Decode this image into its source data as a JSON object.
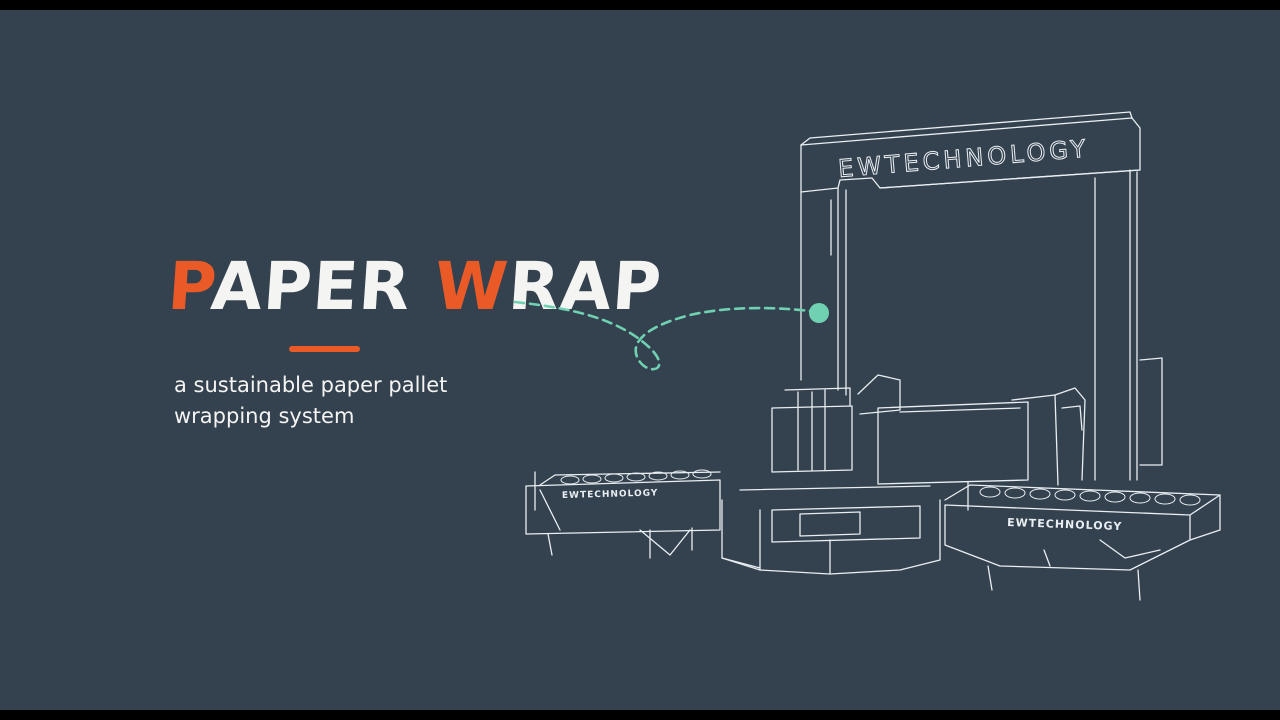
{
  "headline": {
    "word1_first": "P",
    "word1_rest": "APER",
    "word2_first": "W",
    "word2_rest": "RAP"
  },
  "tagline": {
    "line1": "a sustainable paper pallet",
    "line2": "wrapping system"
  },
  "machine": {
    "gantry_brand": "EWTECHNOLOGY",
    "left_conveyor_brand": "EWTECHNOLOGY",
    "right_conveyor_brand": "EWTECHNOLOGY"
  },
  "colors": {
    "background": "#34414e",
    "accent": "#ea5a27",
    "text": "#f4f4f2",
    "marker": "#6fd1b1"
  }
}
